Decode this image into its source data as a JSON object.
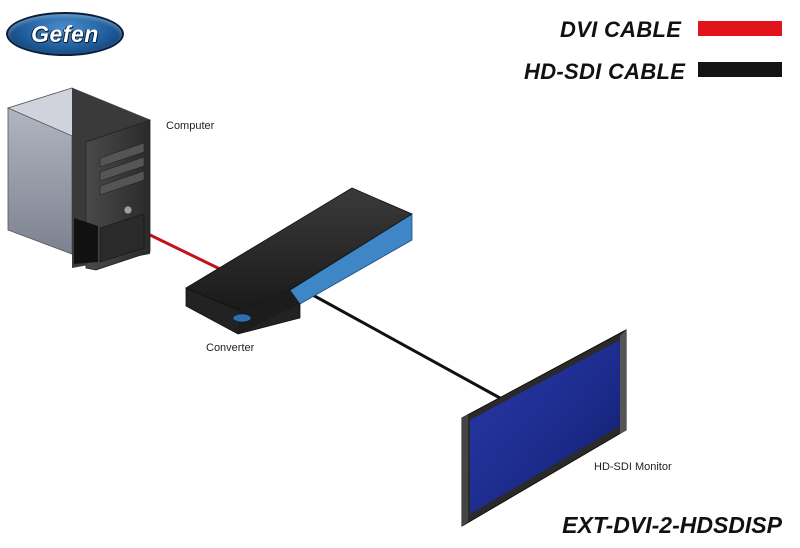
{
  "logo": {
    "text": "Gefen"
  },
  "legend": [
    {
      "label": "DVI CABLE",
      "color": "#e0141a"
    },
    {
      "label": "HD-SDI CABLE",
      "color": "#141414"
    }
  ],
  "devices": {
    "computer": "Computer",
    "converter": "Converter",
    "monitor": "HD-SDI Monitor"
  },
  "model": "EXT-DVI-2-HDSDISP",
  "colors": {
    "dvi_cable": "#c0141a",
    "hdsdi_cable": "#111111",
    "converter_accent": "#3e86c6",
    "monitor_screen": "#1e2a8c"
  }
}
